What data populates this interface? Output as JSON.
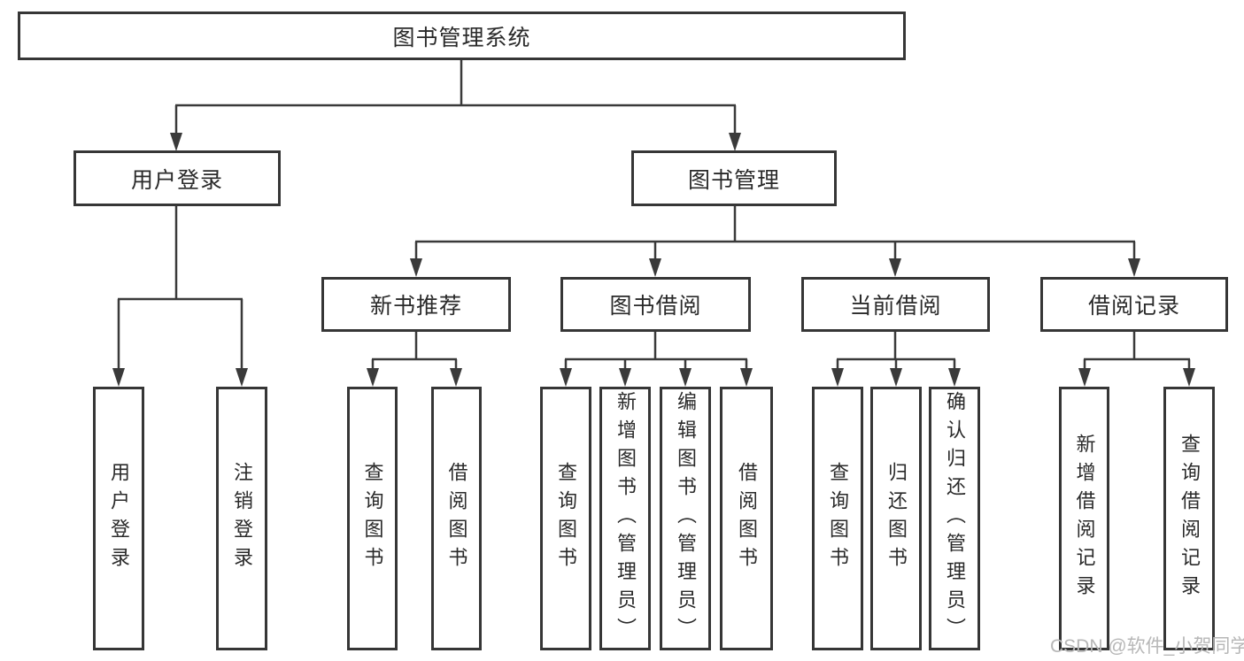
{
  "diagram": {
    "root": "图书管理系统",
    "level2": {
      "user_login": "用户登录",
      "book_mgmt": "图书管理"
    },
    "level3": {
      "new_books": "新书推荐",
      "borrow": "图书借阅",
      "current": "当前借阅",
      "records": "借阅记录"
    },
    "leaves": {
      "user_login": "用户登录",
      "logout": "注销登录",
      "nb_query": "查询图书",
      "nb_borrow": "借阅图书",
      "bw_query": "查询图书",
      "bw_add": "新增图书（管理员）",
      "bw_edit": "编辑图书（管理员）",
      "bw_borrow": "借阅图书",
      "cur_query": "查询图书",
      "cur_return": "归还图书",
      "cur_confirm": "确认归还（管理员）",
      "rec_add": "新增借阅记录",
      "rec_query": "查询借阅记录"
    }
  },
  "watermark": "CSDN @软件_小贺同学",
  "colors": {
    "line": "#3a3a3a",
    "box_border": "#363636",
    "text": "#2a2a2a",
    "watermark": "#b7b7b7",
    "background": "#ffffff"
  }
}
